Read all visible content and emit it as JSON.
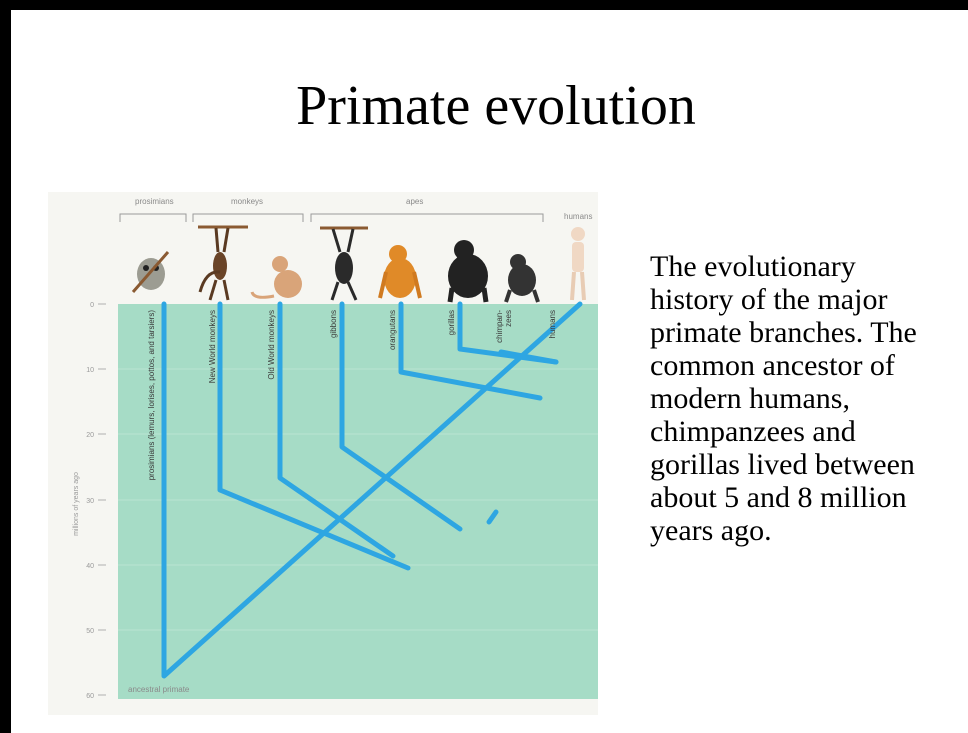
{
  "slide": {
    "title": "Primate evolution",
    "caption_lines": [
      "The evolutionary",
      "history of the major",
      "primate branches. The",
      "common ancestor of",
      "modern humans,",
      "chimpanzees and",
      "gorillas lived between",
      "about 5 and 8 million",
      "years ago."
    ]
  },
  "figure": {
    "groups": [
      "prosimians",
      "monkeys",
      "apes",
      "humans"
    ],
    "axis_label": "millions of years ago",
    "ticks": [
      "0",
      "10",
      "20",
      "30",
      "40",
      "50",
      "60"
    ],
    "branches": [
      "prosimians (lemurs, lorises, pottos, and tarsiers)",
      "New World monkeys",
      "Old World monkeys",
      "gibbons",
      "orangutans",
      "gorillas",
      "chimpan-",
      "zees",
      "humans"
    ],
    "root_label": "ancestral primate",
    "animal_icons": [
      "loris-icon",
      "spider-monkey-icon",
      "macaque-icon",
      "gibbon-icon",
      "orangutan-icon",
      "gorilla-icon",
      "chimpanzee-icon",
      "human-icon"
    ],
    "colors": {
      "background": "#a6dcc6",
      "branch": "#2ea6e2"
    }
  }
}
